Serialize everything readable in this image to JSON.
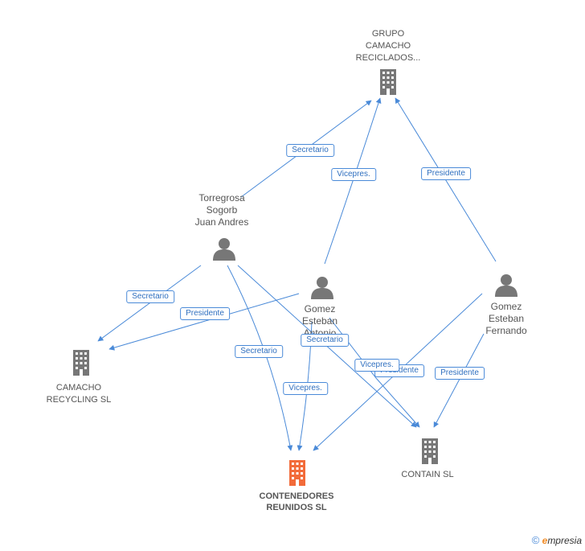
{
  "nodes": {
    "grupo_camacho": {
      "label": "GRUPO\nCAMACHO\nRECICLADOS...",
      "icon": "building-icon",
      "color": "#777777"
    },
    "torregrosa": {
      "label": "Torregrosa\nSogorb\nJuan Andres",
      "icon": "person-icon",
      "color": "#777777"
    },
    "gomez_antonio": {
      "label": "Gomez\nEsteban\nAntonio",
      "icon": "person-icon",
      "color": "#777777"
    },
    "gomez_fernando": {
      "label": "Gomez\nEsteban\nFernando",
      "icon": "person-icon",
      "color": "#777777"
    },
    "camacho_recycling": {
      "label": "CAMACHO\nRECYCLING SL",
      "icon": "building-icon",
      "color": "#777777"
    },
    "contenedores": {
      "label": "CONTENEDORES\nREUNIDOS SL",
      "icon": "building-icon",
      "color": "#f26b3a"
    },
    "contain": {
      "label": "CONTAIN SL",
      "icon": "building-icon",
      "color": "#777777"
    }
  },
  "edges": {
    "e1": "Secretario",
    "e2": "Vicepres.",
    "e3": "Presidente",
    "e4": "Secretario",
    "e5": "Presidente",
    "e6": "Secretario",
    "e7": "Secretario",
    "e8": "Vicepres.",
    "e9": "Presidente",
    "e10": "Vicepres.",
    "e11": "Presidente"
  },
  "colors": {
    "edge": "#4a8ad8",
    "building": "#777777",
    "focus": "#f26b3a"
  },
  "watermark": {
    "copyright": "©",
    "brand_e": "e",
    "brand_rest": "mpresia"
  }
}
